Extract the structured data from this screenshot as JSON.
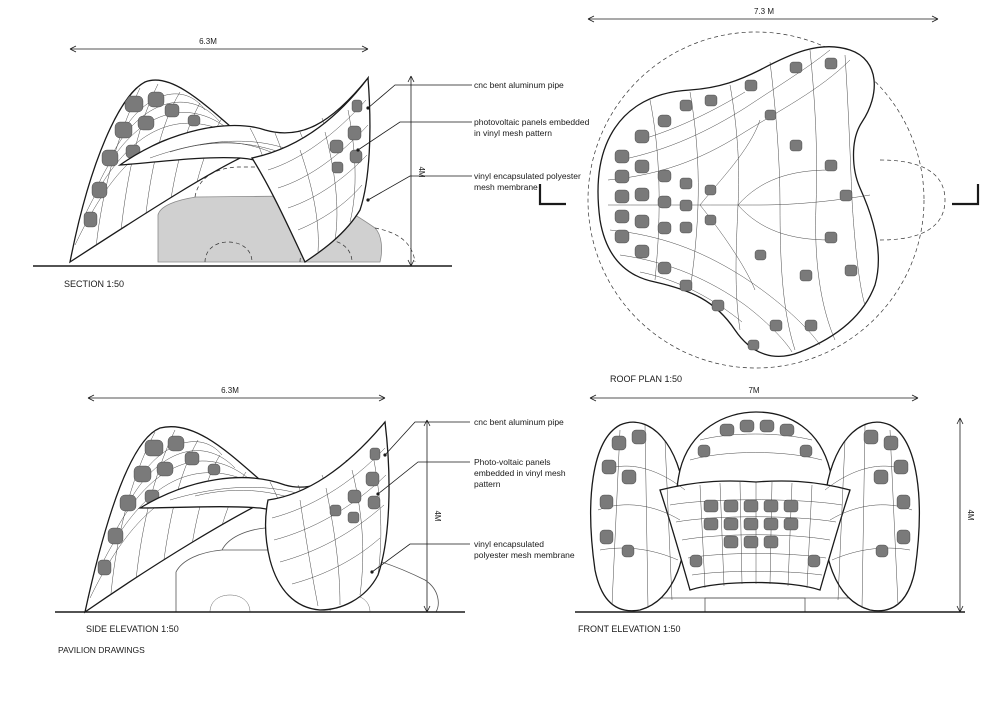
{
  "section": {
    "dimension_width": "6.3M",
    "dimension_height": "4M",
    "caption": "SECTION 1:50",
    "callouts": [
      "cnc bent aluminum pipe",
      "photovoltaic panels embedded",
      "in vinyl mesh pattern",
      "vinyl encapsulated polyester",
      "mesh membrane"
    ]
  },
  "roof_plan": {
    "dimension_width": "7.3 M",
    "caption": "ROOF PLAN 1:50"
  },
  "side_elevation": {
    "dimension_width": "6.3M",
    "dimension_height": "4M",
    "caption": "SIDE ELEVATION 1:50",
    "callouts": [
      "cnc bent aluminum pipe",
      "Photo-voltaic panels",
      "embedded in vinyl mesh",
      "pattern",
      "vinyl encapsulated",
      "polyester mesh membrane"
    ]
  },
  "front_elevation": {
    "dimension_width": "7M",
    "dimension_height": "4M",
    "caption": "FRONT ELEVATION 1:50"
  },
  "sheet_title": "PAVILION DRAWINGS",
  "colors": {
    "ink": "#1a1a1a",
    "panel_fill": "#7a7a7a",
    "car_fill": "#d0d0d0",
    "paper": "#ffffff"
  }
}
